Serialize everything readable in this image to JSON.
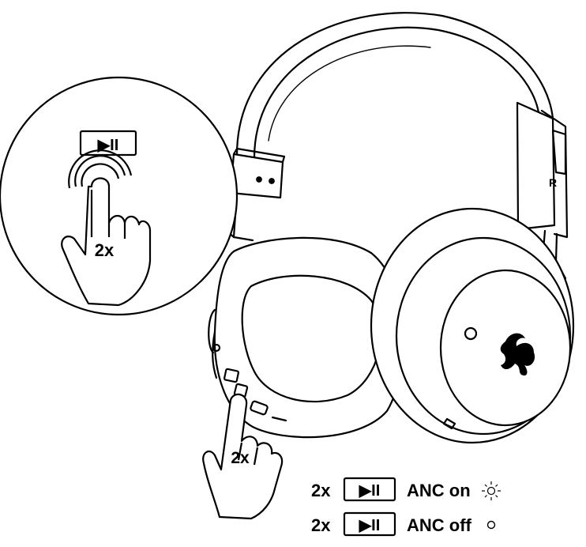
{
  "callout": {
    "button_symbol": "▶II",
    "press_count": "2x"
  },
  "hand_on_device": {
    "press_count": "2x"
  },
  "headphone": {
    "side_letter": "R",
    "logo_icon": "lobster-logo-icon"
  },
  "legend": {
    "rows": [
      {
        "count": "2x",
        "button_symbol": "▶II",
        "label": "ANC on",
        "icon": "sun-icon"
      },
      {
        "count": "2x",
        "button_symbol": "▶II",
        "label": "ANC off",
        "icon": "circle-icon"
      }
    ]
  }
}
